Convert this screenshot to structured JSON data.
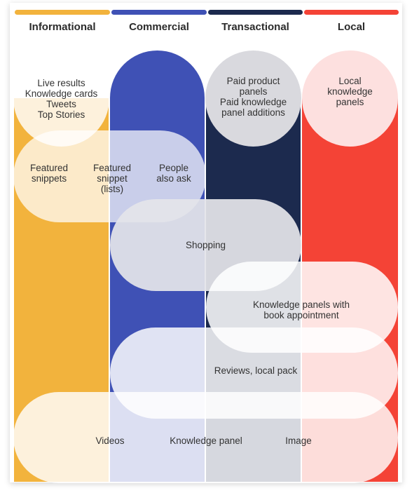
{
  "colors": {
    "informational": "#F2B33D",
    "commercial": "#3F51B5",
    "transactional": "#1C2A4E",
    "local": "#F44336"
  },
  "headers": [
    "Informational",
    "Commercial",
    "Transactional",
    "Local"
  ],
  "bubbles": {
    "informational_top": [
      "Live results",
      "Knowledge cards",
      "Tweets",
      "Top Stories"
    ],
    "transactional_top": [
      "Paid product",
      "panels",
      "Paid knowledge",
      "panel additions"
    ],
    "local_top": [
      "Local",
      "knowledge",
      "panels"
    ],
    "featured_snippets": [
      "Featured",
      "snippets"
    ],
    "featured_snippet_lists": [
      "Featured",
      "snippet",
      "(lists)"
    ],
    "people_also_ask": [
      "People",
      "also ask"
    ],
    "shopping": "Shopping",
    "knowledge_panels_book": [
      "Knowledge panels with",
      "book appointment"
    ],
    "reviews": "Reviews, local pack",
    "videos": "Videos",
    "knowledge_panel": "Knowledge panel",
    "image": "Image"
  }
}
